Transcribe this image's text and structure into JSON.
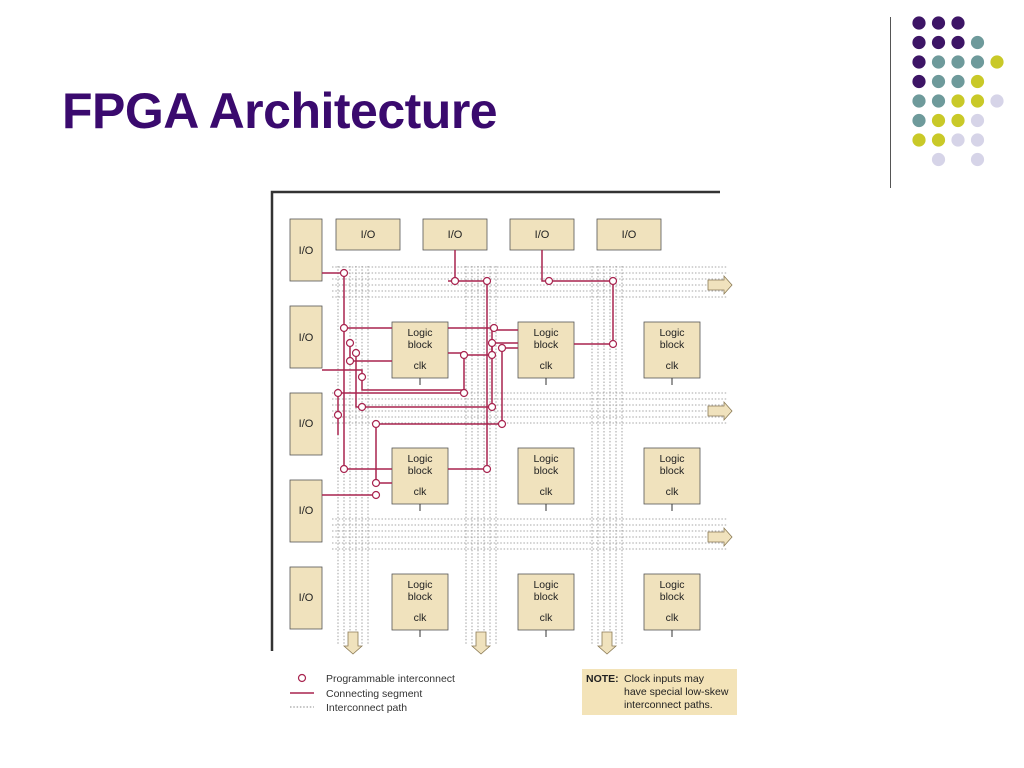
{
  "slide": {
    "title": "FPGA Architecture"
  },
  "colors": {
    "title": "#3a0a6e",
    "purple_dot": "#3d1566",
    "teal_dot": "#6e9a9b",
    "yellow_dot": "#c9c928",
    "lavender_dot": "#d6d4e8",
    "block_fill": "#f0e2bd",
    "segment": "#a8244f",
    "note_fill": "#f3e3b8"
  },
  "decoration": {
    "dot_grid": [
      [
        "purple",
        "purple",
        "purple",
        "",
        "",
        ""
      ],
      [
        "purple",
        "purple",
        "purple",
        "teal",
        "",
        ""
      ],
      [
        "purple",
        "teal",
        "teal",
        "teal",
        "yellow",
        ""
      ],
      [
        "purple",
        "teal",
        "teal",
        "yellow",
        "",
        ""
      ],
      [
        "teal",
        "teal",
        "yellow",
        "yellow",
        "lavender",
        ""
      ],
      [
        "teal",
        "yellow",
        "yellow",
        "lavender",
        "",
        ""
      ],
      [
        "yellow",
        "yellow",
        "lavender",
        "lavender",
        "",
        ""
      ],
      [
        "",
        "lavender",
        "",
        "lavender",
        "",
        ""
      ]
    ]
  },
  "diagram": {
    "io_label": "I/O",
    "logic_label_line1": "Logic",
    "logic_label_line2": "block",
    "clk_label": "clk",
    "legend": {
      "interconnect": "Programmable interconnect",
      "segment": "Connecting segment",
      "path": "Interconnect path"
    },
    "note": {
      "label": "NOTE:",
      "line1": "Clock inputs may",
      "line2": "have special low-skew",
      "line3": "interconnect paths."
    }
  }
}
